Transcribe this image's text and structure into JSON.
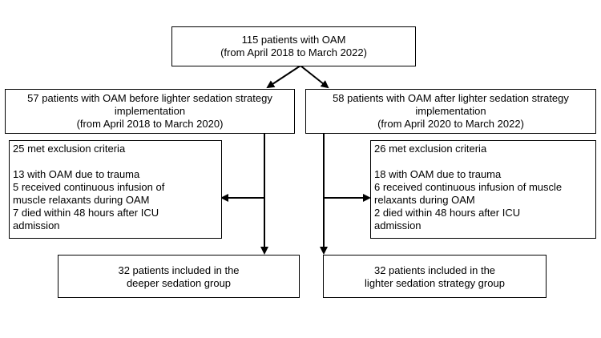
{
  "top": {
    "line1": "115 patients with OAM",
    "line2": "(from April 2018 to March 2022)"
  },
  "left_group": {
    "line1": "57 patients with OAM before lighter sedation strategy",
    "line2": "implementation",
    "line3": "(from April 2018 to March 2020)"
  },
  "right_group": {
    "line1": "58 patients with OAM after lighter sedation strategy",
    "line2": "implementation",
    "line3": "(from April 2020 to March 2022)"
  },
  "left_exclusion": {
    "title": "25 met exclusion criteria",
    "lines": [
      "13 with OAM due to trauma",
      "5 received continuous infusion of",
      "muscle relaxants during OAM",
      "7 died within 48 hours after ICU",
      "admission"
    ]
  },
  "right_exclusion": {
    "title": "26 met exclusion criteria",
    "lines": [
      "18 with OAM due to trauma",
      "6 received continuous infusion of muscle",
      "relaxants during OAM",
      "2 died within 48 hours after ICU",
      "admission"
    ]
  },
  "left_final": {
    "line1": "32 patients included in the",
    "line2": "deeper sedation group"
  },
  "right_final": {
    "line1": "32 patients included in the",
    "line2": "lighter sedation strategy group"
  },
  "colors": {
    "line": "#000000",
    "box_border": "#000000",
    "background": "#ffffff"
  }
}
